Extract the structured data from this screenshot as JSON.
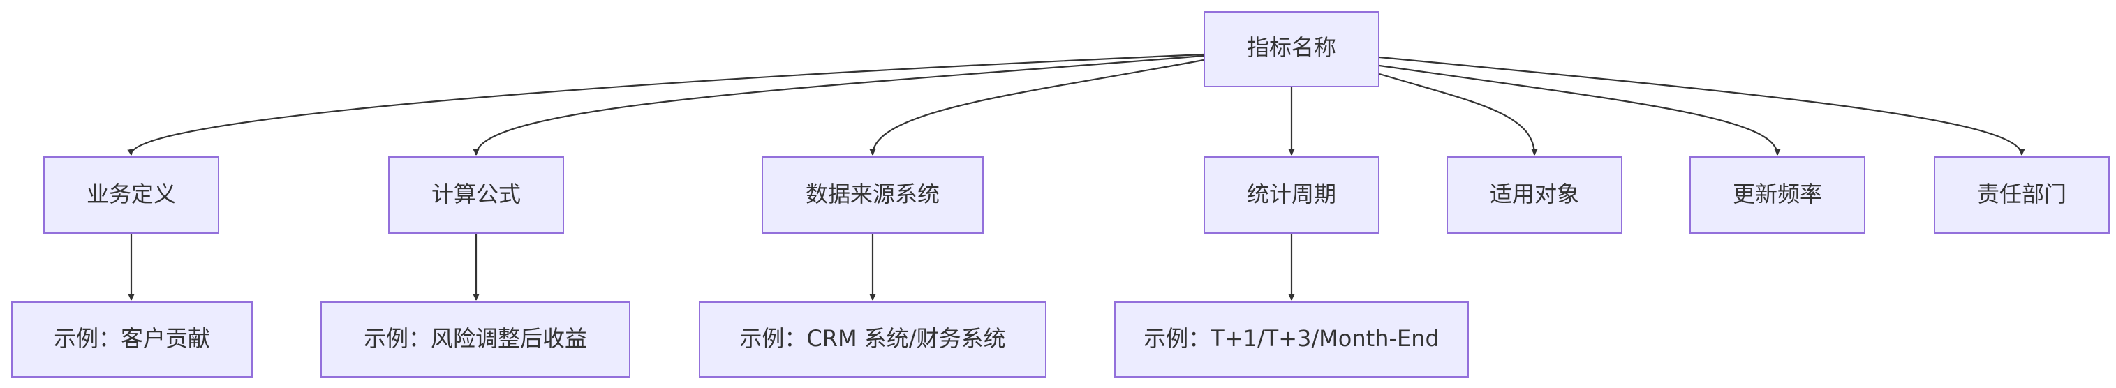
{
  "diagram": {
    "type": "flowchart",
    "nodes": {
      "root": "指标名称",
      "biz_def": "业务定义",
      "formula": "计算公式",
      "source": "数据来源系统",
      "period": "统计周期",
      "target": "适用对象",
      "freq": "更新频率",
      "dept": "责任部门",
      "ex_biz": "示例：客户贡献",
      "ex_formula": "示例：风险调整后收益",
      "ex_source": "示例：CRM 系统/财务系统",
      "ex_period": "示例：T+1/T+3/Month-End"
    },
    "edges": [
      {
        "from": "root",
        "to": "biz_def"
      },
      {
        "from": "root",
        "to": "formula"
      },
      {
        "from": "root",
        "to": "source"
      },
      {
        "from": "root",
        "to": "period"
      },
      {
        "from": "root",
        "to": "target"
      },
      {
        "from": "root",
        "to": "freq"
      },
      {
        "from": "root",
        "to": "dept"
      },
      {
        "from": "biz_def",
        "to": "ex_biz"
      },
      {
        "from": "formula",
        "to": "ex_formula"
      },
      {
        "from": "source",
        "to": "ex_source"
      },
      {
        "from": "period",
        "to": "ex_period"
      }
    ]
  }
}
